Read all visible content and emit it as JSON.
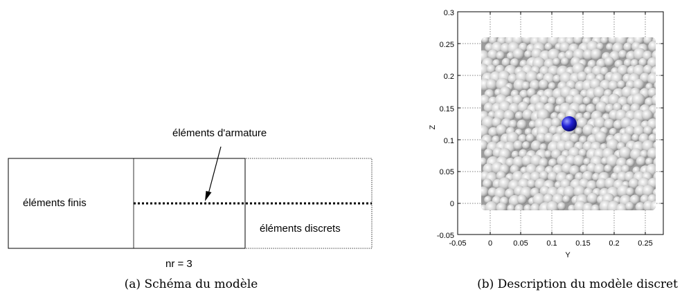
{
  "schema": {
    "label_finite": "éléments finis",
    "label_discrete": "éléments discrets",
    "label_rebar": "éléments d'armature",
    "label_nr": "nr = 3",
    "caption": "(a) Schéma du modèle"
  },
  "plot": {
    "caption": "(b) Description du modèle discret",
    "xlabel": "Y",
    "ylabel": "Z",
    "xticks": [
      "-0.05",
      "0",
      "0.05",
      "0.1",
      "0.15",
      "0.2",
      "0.25"
    ],
    "yticks": [
      "0.3",
      "0.25",
      "0.2",
      "0.15",
      "0.1",
      "0.05",
      "0",
      "-0.05"
    ],
    "sphere_color": "#c8c8c8",
    "highlight_color": "#1a1adc"
  }
}
